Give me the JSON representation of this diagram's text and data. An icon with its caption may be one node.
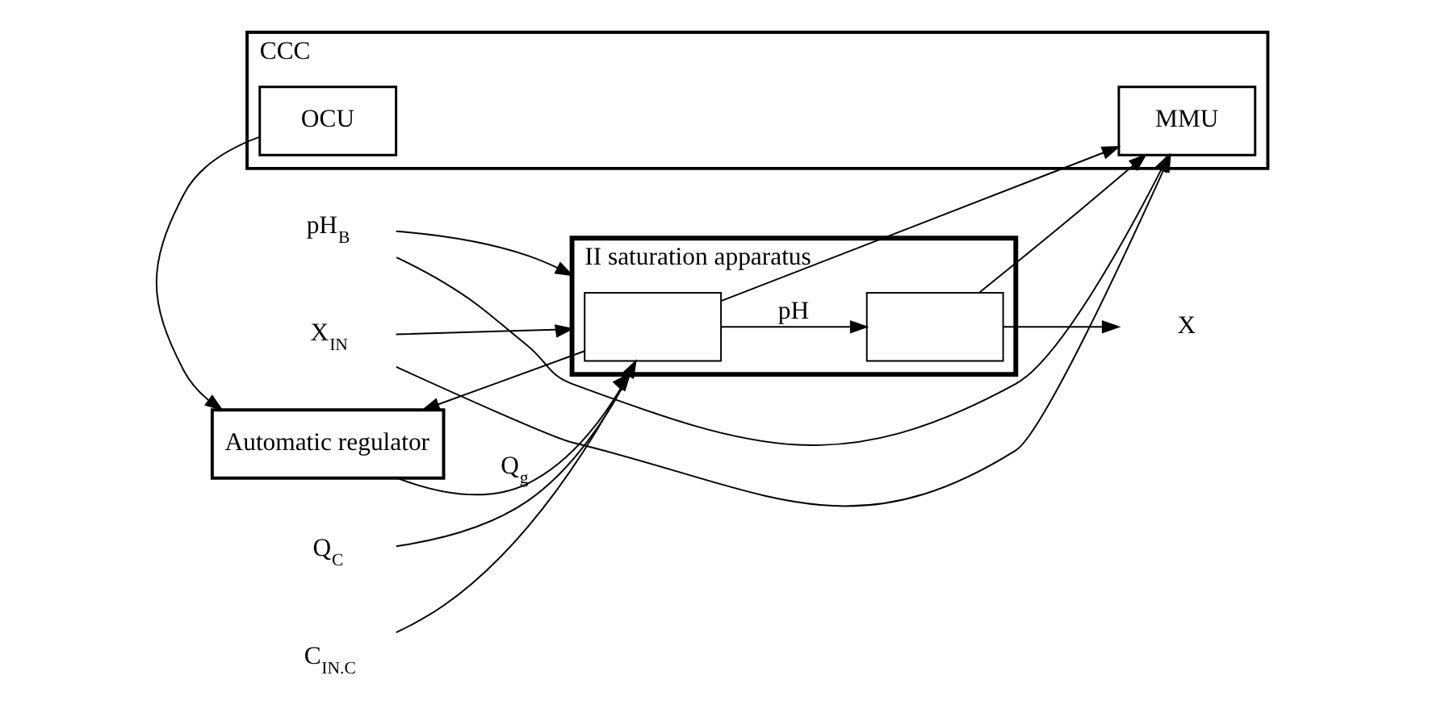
{
  "diagram": {
    "nodes": [
      {
        "text": [
          "II saturation apparatus"
        ]
      },
      {
        "text": [
          "Automatic regulator"
        ]
      },
      {
        "text": [],
        "shape": "box",
        "in": 0
      },
      {
        "text": [],
        "shape": "box",
        "in": 0
      },
      {
        "text": [
          "CCC"
        ]
      },
      {
        "text": [
          "OCU"
        ],
        "in": 4
      },
      {
        "text": [
          "MMU"
        ],
        "in": 4
      },
      {
        "text": [
          "Q$_{C}$"
        ]
      },
      {
        "text": [
          "C$_{IN.C}$"
        ]
      },
      {
        "text": [
          "pH$_{B}$"
        ]
      },
      {
        "text": [
          "X$_{IN}$"
        ]
      },
      {
        "text": [
          "X"
        ]
      }
    ],
    "edges": [
      {
        "from": 1,
        "to": 2,
        "arrow": "to",
        "label": "Q$_{g}$"
      },
      {
        "from": 2,
        "to": 3,
        "arrow": "to",
        "label": "pH"
      },
      {
        "from": 3,
        "to": 11,
        "arrow": "to"
      },
      {
        "from": 7,
        "to": 0,
        "arrow": "to"
      },
      {
        "from": 8,
        "to": 0,
        "arrow": "to"
      },
      {
        "from": 9,
        "to": 0,
        "arrow": "to"
      },
      {
        "from": 10,
        "to": 0,
        "arrow": "to"
      },
      {
        "from": 2,
        "to": 1,
        "arrow": "to"
      },
      {
        "from": 2,
        "to": 6,
        "arrow": "to"
      },
      {
        "from": 3,
        "to": 6,
        "arrow": "to"
      },
      {
        "from": 10,
        "to": 6,
        "arrow": "to"
      },
      {
        "from": 9,
        "to": 6,
        "arrow": "to"
      },
      {
        "from": 5,
        "to": 1,
        "arrow": "to"
      }
    ]
  }
}
